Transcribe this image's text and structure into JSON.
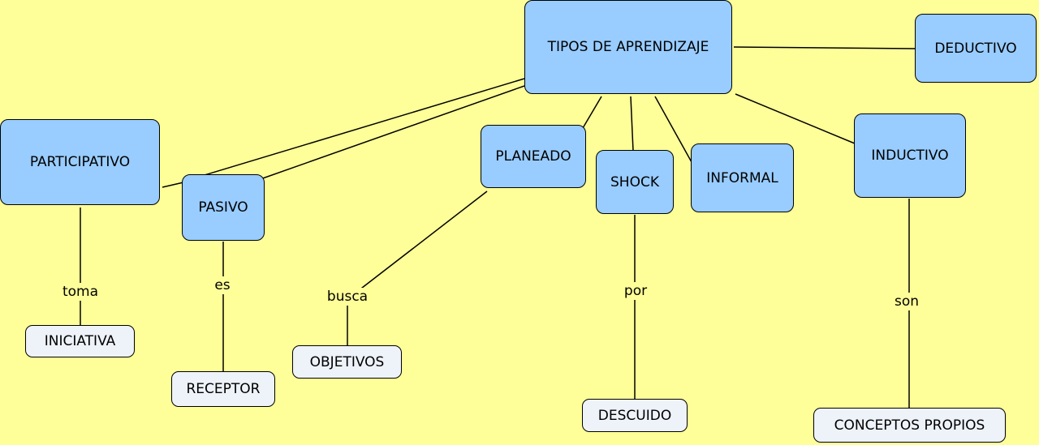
{
  "concepts": {
    "root": "TIPOS DE APRENDIZAJE",
    "deductivo": "DEDUCTIVO",
    "participativo": "PARTICIPATIVO",
    "pasivo": "PASIVO",
    "planeado": "PLANEADO",
    "shock": "SHOCK",
    "informal": "INFORMAL",
    "inductivo": "INDUCTIVO"
  },
  "leaves": {
    "iniciativa": "INICIATIVA",
    "receptor": "RECEPTOR",
    "objetivos": "OBJETIVOS",
    "descuido": "DESCUIDO",
    "conceptos_propios": "CONCEPTOS PROPIOS"
  },
  "link_labels": {
    "toma": "toma",
    "es": "es",
    "busca": "busca",
    "por": "por",
    "son": "son"
  },
  "colors": {
    "background": "#ffff99",
    "concept_fill": "#99ccff",
    "leaf_fill": "#eef2f9",
    "line": "#000000"
  }
}
